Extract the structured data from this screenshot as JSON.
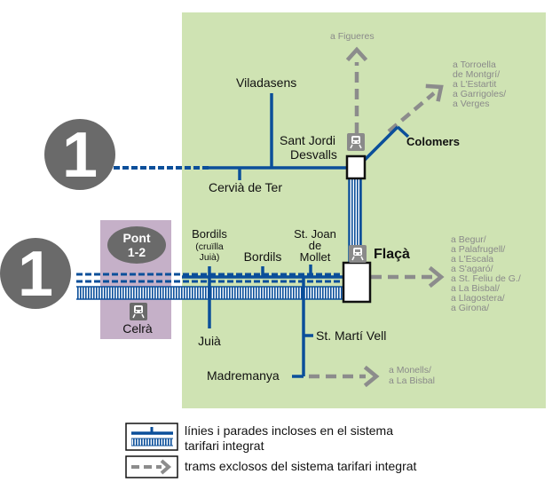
{
  "colors": {
    "zone_fill": "#cfe3b3",
    "pont_zone_fill": "#c5b0c8",
    "line_blue": "#0b4f9a",
    "excluded_gray": "#8c8c8c",
    "marker_gray": "#6a6a6a"
  },
  "markers": {
    "line_left_top": "1",
    "line_left_bottom": "1",
    "pont": [
      "Pont",
      "1-2"
    ]
  },
  "stops": {
    "viladasens": "Viladasens",
    "sant_jordi": [
      "Sant Jordi",
      "Desvalls"
    ],
    "colomers": "Colomers",
    "cervia": "Cervià de Ter",
    "bordils_cruilla": [
      "Bordils",
      "(cruïlla",
      "Juià)"
    ],
    "bordils": "Bordils",
    "st_joan": [
      "St. Joan",
      "de",
      "Mollet"
    ],
    "flaca": "Flaçà",
    "celra": "Celrà",
    "juia": "Juià",
    "st_marti": "St. Martí Vell",
    "madremanya": "Madremanya"
  },
  "destinations": {
    "figueres": [
      "a Figueres"
    ],
    "torroella": [
      "a Torroella",
      "de Montgrí/",
      "a L'Estartit",
      "a Garrigoles/",
      "a Verges"
    ],
    "begur": [
      "a Begur/",
      "a Palafrugell/",
      "a L'Escala",
      "a S'agaró/",
      "a St. Feliu de G./",
      "a La Bisbal/",
      "a Llagostera/",
      "a Girona/"
    ],
    "monells": [
      "a Monells/",
      "a La Bisbal"
    ]
  },
  "icons": [
    "train-icon-sant-jordi",
    "train-icon-flaca",
    "train-icon-celra"
  ],
  "legend": {
    "included": [
      "línies i parades incloses en el sistema",
      "tarifari integrat"
    ],
    "excluded": "trams exclosos del sistema tarifari integrat"
  }
}
